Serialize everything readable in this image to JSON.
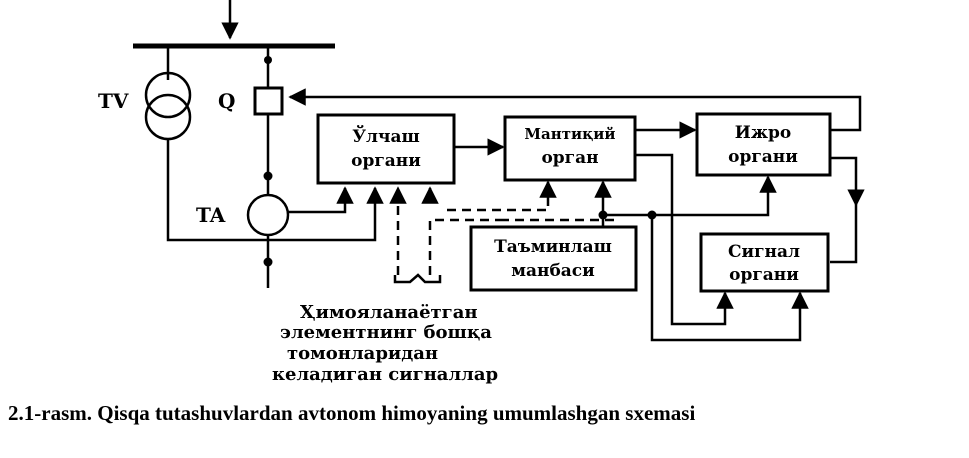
{
  "labels": {
    "tv": "TV",
    "q": "Q",
    "ta": "TA"
  },
  "blocks": {
    "measuring": [
      "Ўлчаш",
      "органи"
    ],
    "logic": [
      "Мантиқий",
      "орган"
    ],
    "executive": [
      "Ижро",
      "органи"
    ],
    "supply": [
      "Таъминлаш",
      "манбаси"
    ],
    "signal": [
      "Сигнал",
      "органи"
    ]
  },
  "annotation": [
    "Ҳимояланаётган",
    "элементнинг бошқа",
    "томонларидан",
    "келадиган сигналлар"
  ],
  "caption": "2.1-rasm. Qisqa tutashuvlardan avtonom himoyaning umumlashgan sxemasi"
}
